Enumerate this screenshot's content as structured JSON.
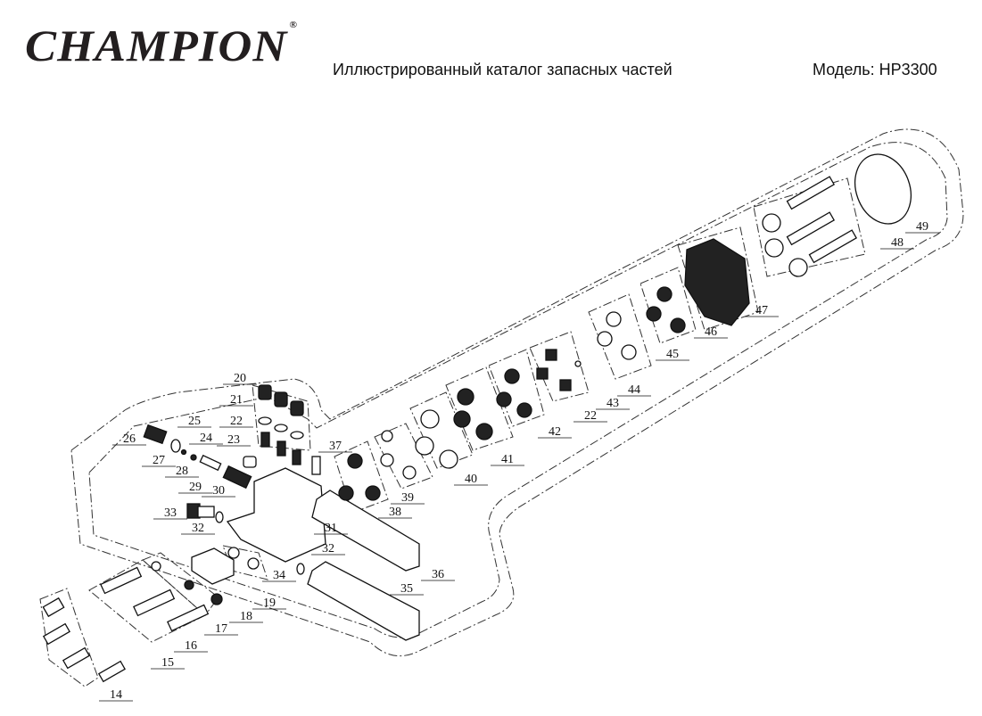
{
  "header": {
    "brand": "CHAMPION",
    "registered_mark": "®",
    "title": "Иллюстрированный каталог запасных частей",
    "model": "Модель: HP3300"
  },
  "diagram": {
    "callouts": [
      "14",
      "15",
      "16",
      "17",
      "18",
      "19",
      "20",
      "21",
      "22",
      "23",
      "24",
      "25",
      "26",
      "27",
      "28",
      "29",
      "30",
      "31",
      "32",
      "32",
      "33",
      "34",
      "35",
      "36",
      "37",
      "38",
      "39",
      "40",
      "41",
      "42",
      "22",
      "43",
      "44",
      "45",
      "46",
      "47",
      "48",
      "49"
    ]
  }
}
